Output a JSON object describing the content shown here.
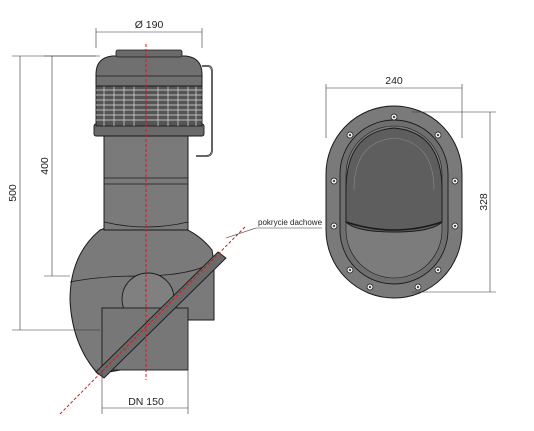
{
  "dimensions": {
    "top_diameter": "Ø 190",
    "height_total": "500",
    "height_upper": "400",
    "dn": "DN 150",
    "flange_width": "240",
    "flange_height": "328"
  },
  "labels": {
    "roof_covering": "pokrycie dachowe"
  },
  "colors": {
    "outline": "#1a1a1a",
    "fill": "#7a7a7a",
    "fill_dark": "#5e5e5e",
    "fill_light": "#8a8a8a",
    "axis": "#e0141c",
    "dimension": "#333333"
  }
}
